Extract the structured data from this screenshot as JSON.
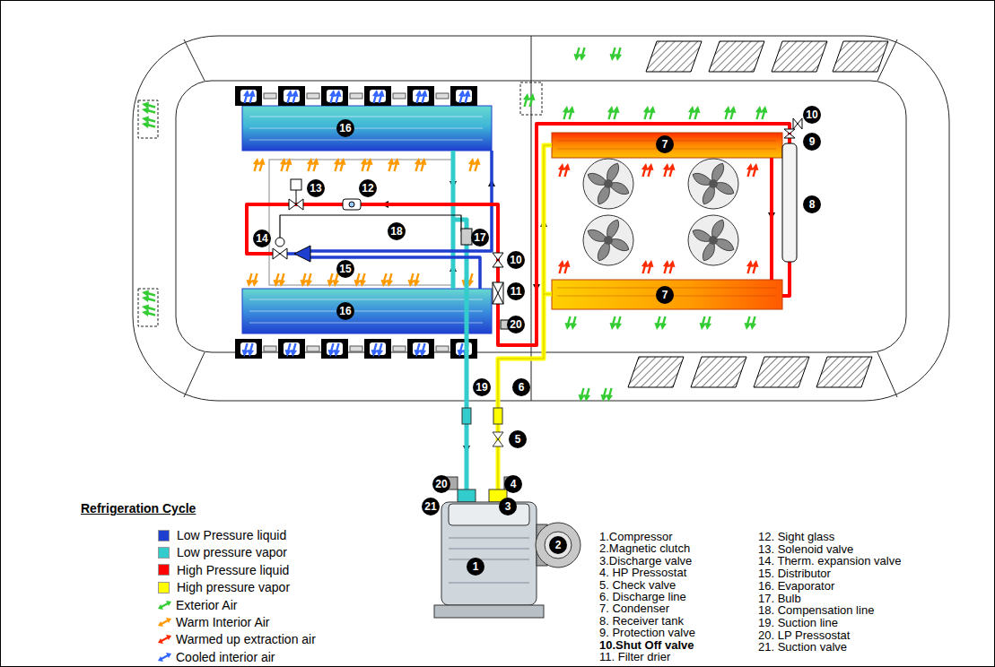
{
  "diagram": {
    "title": "Refrigeration Cycle",
    "labels": [
      "16",
      "13",
      "12",
      "18",
      "14",
      "17",
      "15",
      "10",
      "11",
      "20",
      "16",
      "7",
      "10",
      "9",
      "8",
      "7",
      "19",
      "6",
      "5",
      "20",
      "4",
      "21",
      "3",
      "1",
      "2",
      "1.Compressor",
      "2.Magnetic clutch",
      "3.Discharge valve",
      "4. HP Pressostat",
      "5. Check valve",
      "6. Discharge line",
      "7. Condenser",
      "8. Receiver tank",
      "9. Protection valve",
      "10.Shut Off valve",
      "11. Filter drier",
      "12. Sight glass",
      "13. Solenoid valve",
      "14. Therm. expansion valve",
      "15. Distributor",
      "16. Evaporator",
      "17. Bulb",
      "18. Compensation line",
      "19. Suction line",
      "20. LP Pressostat",
      "21. Suction valve"
    ],
    "legend": [
      {
        "text": "Low Pressure liquid",
        "color": "#1f3fd0"
      },
      {
        "text": "Low pressure vapor",
        "color": "#33cccc"
      },
      {
        "text": "High Pressure liquid",
        "color": "#ff0000"
      },
      {
        "text": "High pressure vapor",
        "color": "#ffff00"
      },
      {
        "text": "Exterior Air"
      },
      {
        "text": "Warm Interior Air"
      },
      {
        "text": "Warmed up extraction air"
      },
      {
        "text": "Cooled interior air"
      }
    ]
  }
}
